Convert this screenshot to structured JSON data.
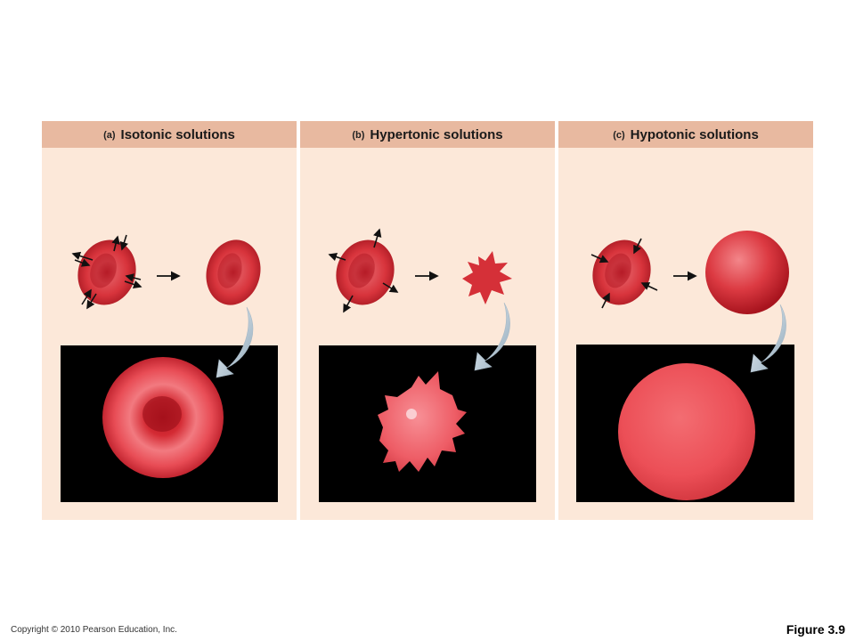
{
  "panels": [
    {
      "letter": "(a)",
      "title": "Isotonic solutions"
    },
    {
      "letter": "(b)",
      "title": "Hypertonic solutions"
    },
    {
      "letter": "(c)",
      "title": "Hypotonic solutions"
    }
  ],
  "footer": {
    "copyright": "Copyright © 2010 Pearson Education, Inc.",
    "figure": "Figure 3.9"
  },
  "colors": {
    "panel_bg": "#fce8d9",
    "header_bg": "#e8b9a0",
    "cell_red": "#d9323a",
    "micro_bg": "#000000"
  }
}
